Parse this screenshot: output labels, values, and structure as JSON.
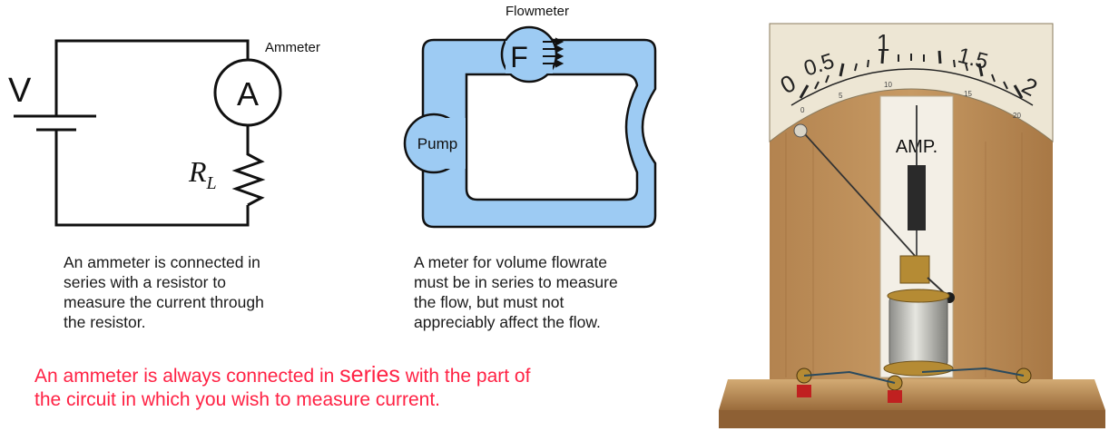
{
  "circuit": {
    "voltage_label": "V",
    "ammeter_label": "Ammeter",
    "ammeter_symbol": "A",
    "resistor_label": "R",
    "resistor_subscript": "L",
    "caption": "An ammeter  is connected in\nseries with a resistor to\nmeasure the current through\nthe resistor."
  },
  "flow": {
    "flowmeter_label": "Flowmeter",
    "flowmeter_symbol": "F",
    "pump_label": "Pump",
    "caption": "A meter for volume flowrate\nmust be in series to measure\nthe flow, but must not\nappreciably affect the flow.",
    "fluid_color": "#9dcbf3"
  },
  "note": {
    "part1": "An ammeter is always connected in",
    "emphasis": "series",
    "part2": "with the part of",
    "line2": "the circuit in which you wish to measure current.",
    "color": "#ff2244"
  },
  "meter": {
    "scale_major": [
      "0",
      "0.5",
      "1",
      "1.5",
      "2"
    ],
    "scale_minor": [
      "0",
      "5",
      "10",
      "15",
      "20"
    ],
    "unit_label": "AMP."
  }
}
